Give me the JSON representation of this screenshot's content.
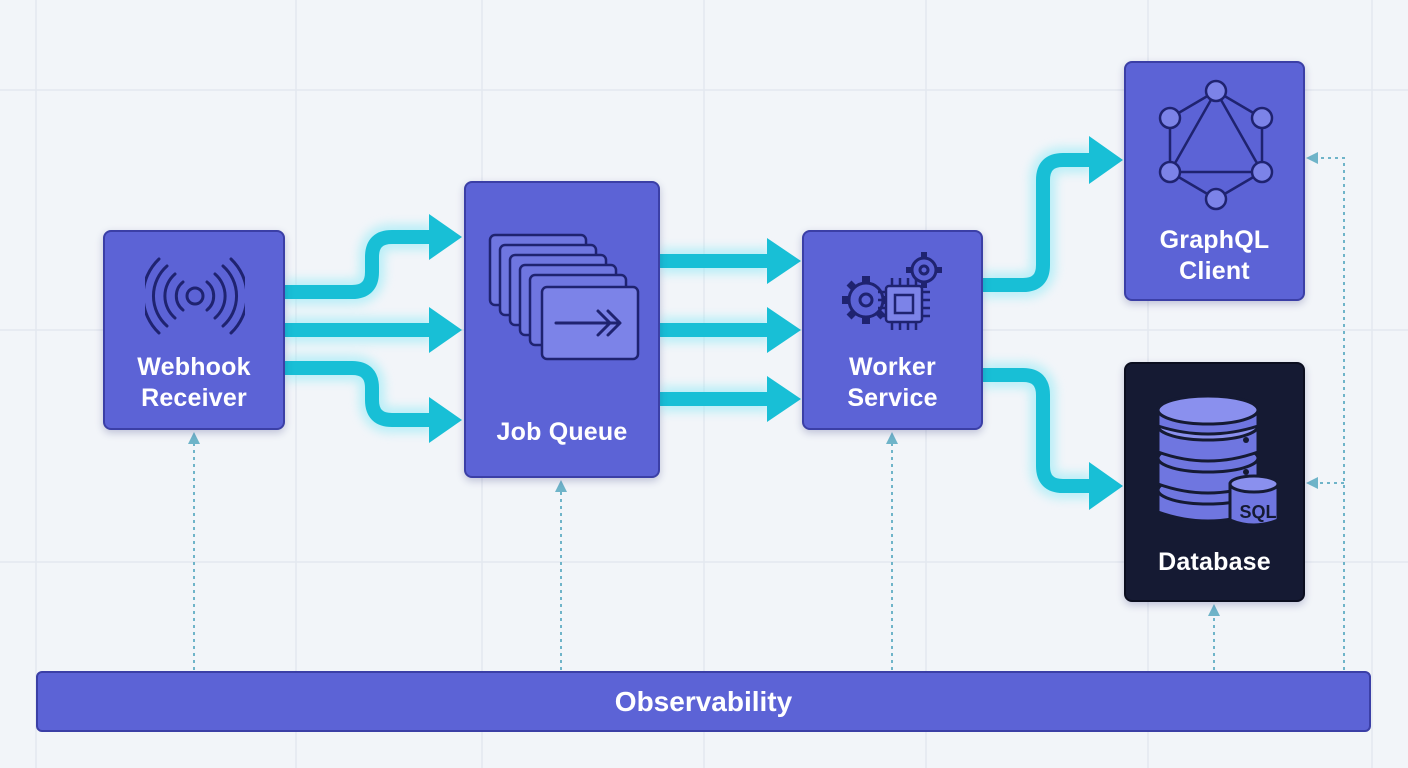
{
  "nodes": {
    "webhook": {
      "line1": "Webhook",
      "line2": "Receiver",
      "icon": "signal-waves-icon"
    },
    "queue": {
      "line1": "Job Queue",
      "icon": "stacked-jobs-icon"
    },
    "worker": {
      "line1": "Worker",
      "line2": "Service",
      "icon": "gears-chip-icon"
    },
    "graphql": {
      "line1": "GraphQL",
      "line2": "Client",
      "icon": "graphql-icon"
    },
    "database": {
      "line1": "Database",
      "icon": "database-icon",
      "badge": "SQL"
    }
  },
  "observability": {
    "label": "Observability"
  },
  "colors": {
    "node_fill": "#5c63d6",
    "node_border": "#3b3fa6",
    "database_fill": "#151a33",
    "flow_arrow": "#18bfd6",
    "monitor_line": "#6fb4c9",
    "background": "#f2f5f9"
  }
}
